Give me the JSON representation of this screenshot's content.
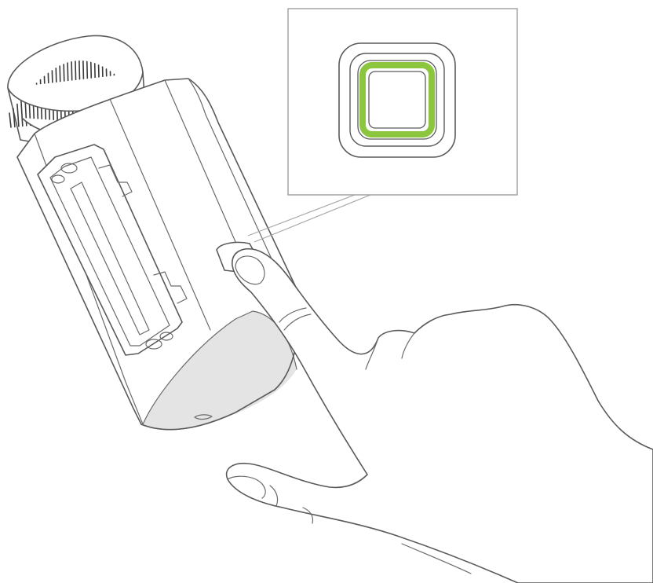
{
  "figure": {
    "subject": "radiator-thermostat-button-press",
    "icons": [
      "thermostat-device",
      "knurled-cap",
      "battery-compartment",
      "pairing-button",
      "finger",
      "hand"
    ]
  },
  "callout": {
    "led_color": "#8cc63f",
    "led_state": "lit"
  },
  "colors": {
    "outline": "#5a5a5a",
    "callout_border": "#9e9e9e",
    "base_shade": "#e4e4e4",
    "background": "#ffffff"
  }
}
